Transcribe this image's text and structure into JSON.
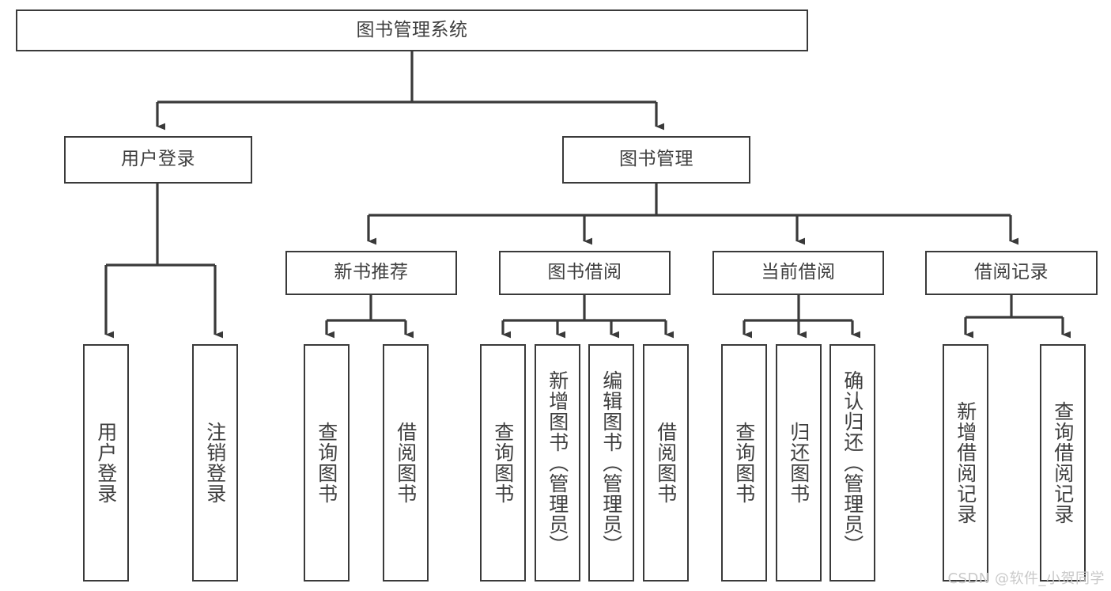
{
  "diagram": {
    "title": "图书管理系统",
    "type": "hierarchy-tree",
    "stroke_color": "#3a3a3a",
    "text_color": "#3f3f3f",
    "background_color": "#ffffff",
    "nodes": {
      "root": {
        "label": "图书管理系统"
      },
      "level2": [
        {
          "id": "user-login",
          "label": "用户登录"
        },
        {
          "id": "book-manage",
          "label": "图书管理"
        }
      ],
      "level3": [
        {
          "id": "new-book-recommend",
          "label": "新书推荐",
          "parent": "book-manage"
        },
        {
          "id": "book-borrow",
          "label": "图书借阅",
          "parent": "book-manage"
        },
        {
          "id": "current-borrow",
          "label": "当前借阅",
          "parent": "book-manage"
        },
        {
          "id": "borrow-record",
          "label": "借阅记录",
          "parent": "book-manage"
        }
      ],
      "leaves": [
        {
          "id": "leaf-user-login",
          "label": "用户登录",
          "parent": "user-login"
        },
        {
          "id": "leaf-logout-login",
          "label": "注销登录",
          "parent": "user-login"
        },
        {
          "id": "leaf-query-book-1",
          "label": "查询图书",
          "parent": "new-book-recommend"
        },
        {
          "id": "leaf-borrow-book-1",
          "label": "借阅图书",
          "parent": "new-book-recommend"
        },
        {
          "id": "leaf-query-book-2",
          "label": "查询图书",
          "parent": "book-borrow"
        },
        {
          "id": "leaf-add-book",
          "label": "新增图书（管理员）",
          "parent": "book-borrow"
        },
        {
          "id": "leaf-edit-book",
          "label": "编辑图书（管理员）",
          "parent": "book-borrow"
        },
        {
          "id": "leaf-borrow-book-2",
          "label": "借阅图书",
          "parent": "book-borrow"
        },
        {
          "id": "leaf-query-book-3",
          "label": "查询图书",
          "parent": "current-borrow"
        },
        {
          "id": "leaf-return-book",
          "label": "归还图书",
          "parent": "current-borrow"
        },
        {
          "id": "leaf-confirm-return",
          "label": "确认归还（管理员）",
          "parent": "current-borrow"
        },
        {
          "id": "leaf-add-record",
          "label": "新增借阅记录",
          "parent": "borrow-record"
        },
        {
          "id": "leaf-query-record",
          "label": "查询借阅记录",
          "parent": "borrow-record"
        }
      ]
    }
  },
  "watermark": {
    "text": "CSDN @软件_小贺同学"
  }
}
